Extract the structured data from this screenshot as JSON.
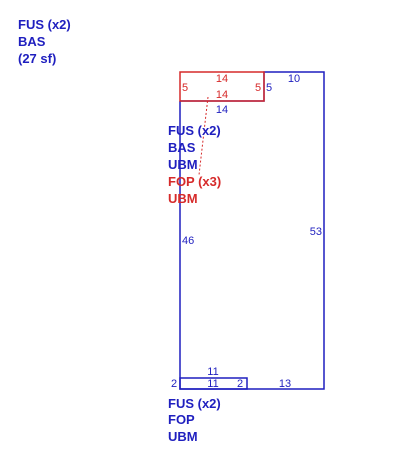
{
  "colors": {
    "main": "#1f1fbf",
    "porch": "#d62a2a"
  },
  "labels": {
    "outside": [
      "FUS (x2)",
      "BAS",
      "(27 sf)"
    ],
    "main": [
      "FUS (x2)",
      "BAS",
      "UBM"
    ],
    "porch": [
      "FOP (x3)",
      "UBM"
    ],
    "bottom": [
      "FUS (x2)",
      "FOP",
      "UBM"
    ]
  },
  "dimensions": {
    "porch_top": "14",
    "porch_left": "5",
    "porch_right": "5",
    "porch_inner": "14",
    "main_notch_right": "5",
    "main_top": "10",
    "main_notch_top": "14",
    "main_left": "46",
    "main_right": "53",
    "bottom_top": "11",
    "bottom_inner": "11",
    "bottom_left": "2",
    "bottom_right": "2",
    "main_bottom": "13"
  }
}
